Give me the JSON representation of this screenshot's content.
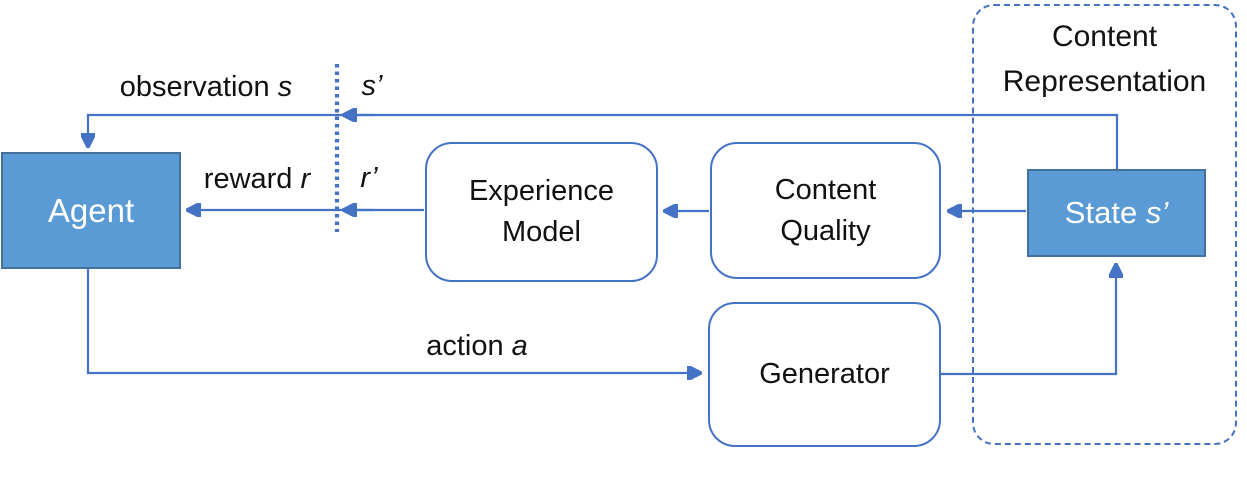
{
  "colors": {
    "line": "#4472c4",
    "box_fill": "#5b9bd5",
    "box_border": "#41719c",
    "text_dark": "#111111",
    "text_light": "#ffffff",
    "bg": "#ffffff"
  },
  "nodes": {
    "agent": {
      "label": "Agent"
    },
    "experience_model": {
      "line1": "Experience",
      "line2": "Model"
    },
    "content_quality": {
      "line1": "Content",
      "line2": "Quality"
    },
    "generator": {
      "label": "Generator"
    },
    "state": {
      "label": "State",
      "symbol": "s’"
    },
    "content_representation": {
      "line1": "Content",
      "line2": "Representation"
    }
  },
  "edge_labels": {
    "observation": {
      "text": "observation",
      "symbol": "s"
    },
    "observation_prime": {
      "symbol": "s’"
    },
    "reward": {
      "text": "reward",
      "symbol": "r"
    },
    "reward_prime": {
      "symbol": "r’"
    },
    "action": {
      "text": "action",
      "symbol": "a"
    }
  }
}
